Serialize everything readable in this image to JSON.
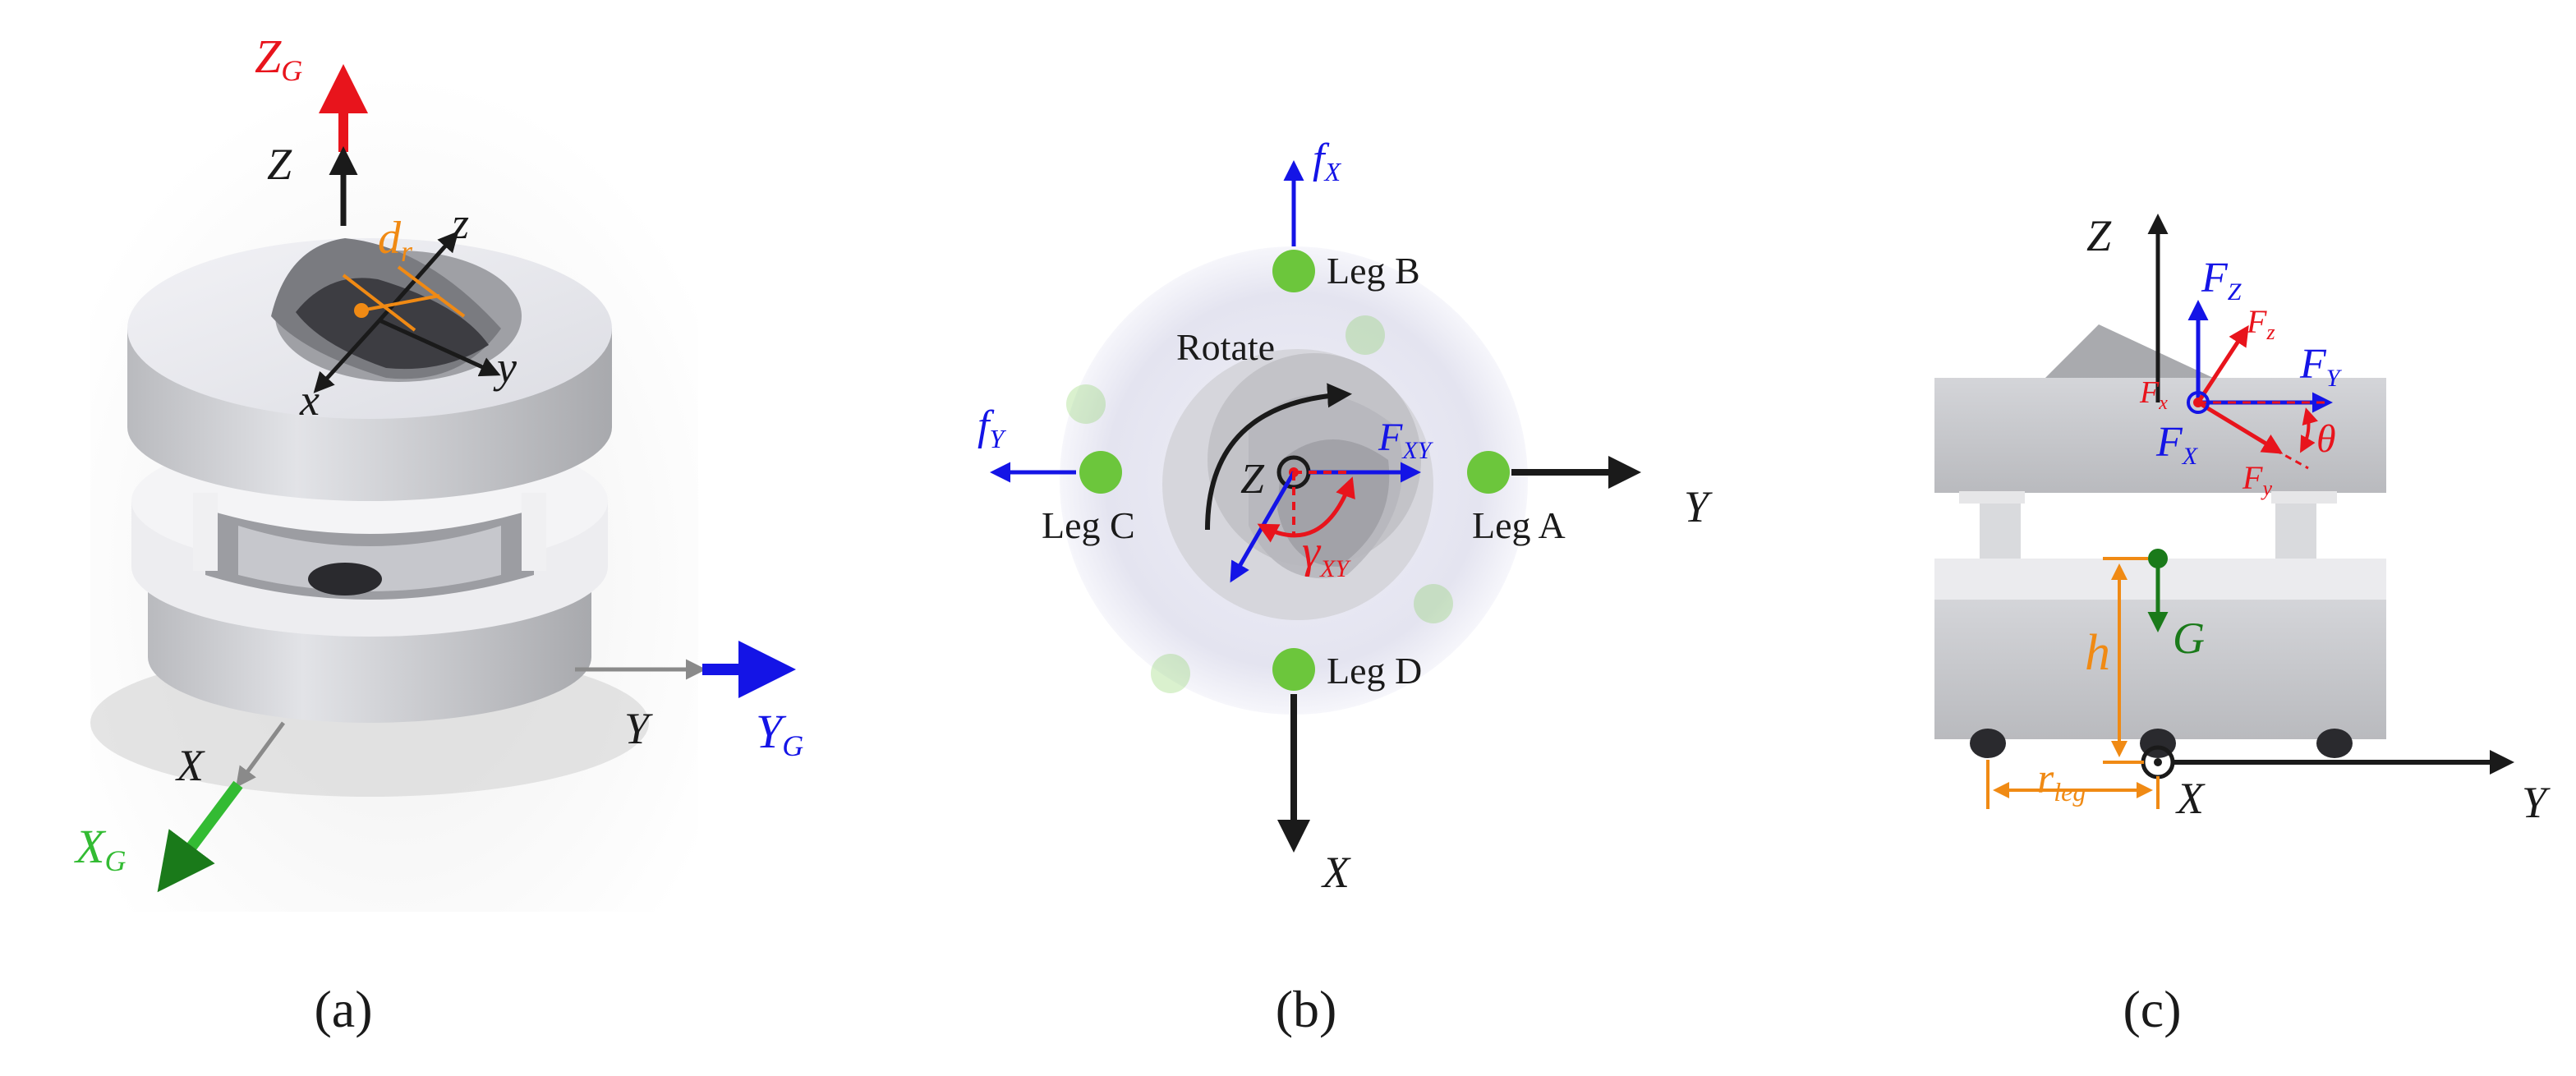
{
  "colors": {
    "black": "#1a1a1a",
    "red": "#e8141c",
    "blue": "#1414e6",
    "green": "#33bb33",
    "dark_green": "#1a7a1a",
    "orange": "#f08a14",
    "gray_arrow": "#8a8a8a",
    "body_gray": "#cfd0d4",
    "light_disc": "#e6e6f2",
    "leg_green": "#6cc63c"
  },
  "panel_a": {
    "caption": "(a)",
    "ZG": "Z",
    "ZG_sub": "G",
    "Z": "Z",
    "z": "z",
    "x": "x",
    "y": "y",
    "dr": "d",
    "dr_sub": "r",
    "Y": "Y",
    "YG": "Y",
    "YG_sub": "G",
    "X": "X",
    "XG": "X",
    "XG_sub": "G"
  },
  "panel_b": {
    "caption": "(b)",
    "fX": "f",
    "fX_sub": "X",
    "fY": "f",
    "fY_sub": "Y",
    "leg_b": "Leg B",
    "leg_a": "Leg A",
    "leg_c": "Leg C",
    "leg_d": "Leg D",
    "rotate": "Rotate",
    "Z": "Z",
    "FXY": "F",
    "FXY_sub": "XY",
    "gamma": "γ",
    "gamma_sub": "XY",
    "Y": "Y",
    "X": "X"
  },
  "panel_c": {
    "caption": "(c)",
    "Z": "Z",
    "FZ": "F",
    "FZ_sub": "Z",
    "Fz": "F",
    "Fz_sub": "z",
    "FY": "F",
    "FY_sub": "Y",
    "Fx": "F",
    "Fx_sub": "x",
    "FX": "F",
    "FX_sub": "X",
    "Fy": "F",
    "Fy_sub": "y",
    "theta": "θ",
    "G": "G",
    "h": "h",
    "rleg": "r",
    "rleg_sub": "leg",
    "X": "X",
    "Y": "Y"
  }
}
